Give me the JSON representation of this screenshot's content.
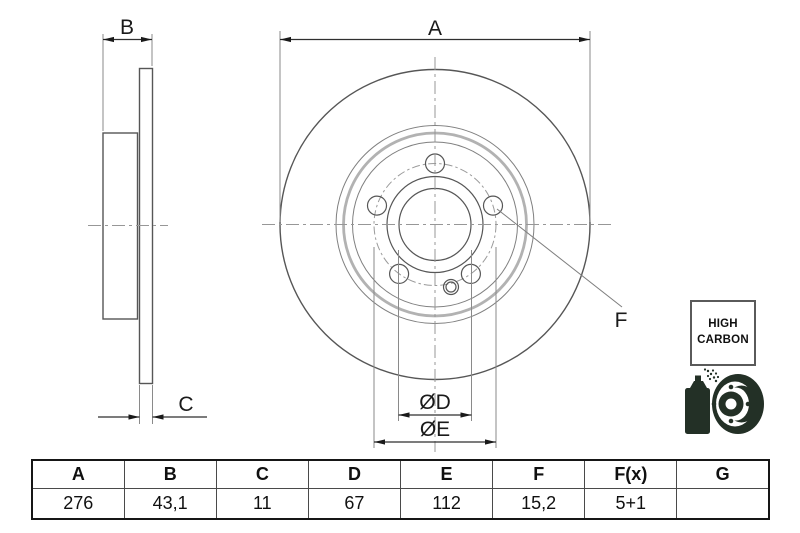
{
  "drawing": {
    "dim_a": "A",
    "dim_b": "B",
    "dim_c": "C",
    "dim_d": "ØD",
    "dim_e": "ØE",
    "dim_f": "F"
  },
  "high_carbon": {
    "line1": "HIGH",
    "line2": "CARBON"
  },
  "icons": {
    "coated_disc": "coated-brake-disc-spray-icon"
  },
  "table": {
    "headers": [
      "A",
      "B",
      "C",
      "D",
      "E",
      "F",
      "F(x)",
      "G"
    ],
    "values": [
      "276",
      "43,1",
      "11",
      "67",
      "112",
      "15,2",
      "5+1",
      ""
    ]
  },
  "colors": {
    "outline": "#565656",
    "dimension": "#1a1a1a",
    "thick_ring": "#b2b2b2",
    "centerline": "#979797",
    "icon_dark": "#233026",
    "table_border": "#161616"
  }
}
